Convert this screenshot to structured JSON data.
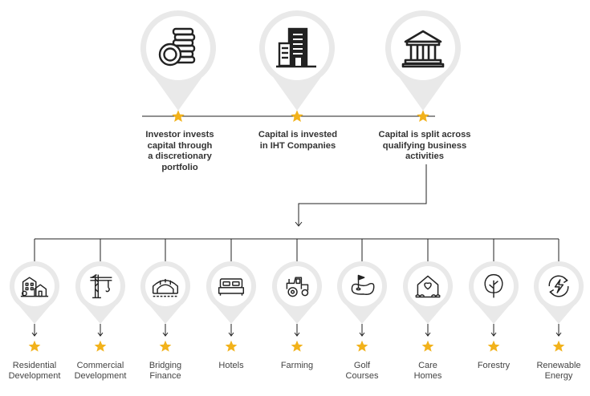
{
  "colors": {
    "pin_fill": "#e9e9e9",
    "pin_inner": "#ffffff",
    "line": "#222222",
    "icon": "#222222",
    "star": "#f2b21b",
    "text": "#333333"
  },
  "steps": [
    {
      "icon": "coins-icon",
      "text": "Investor invests\ncapital through\na discretionary\nportfolio"
    },
    {
      "icon": "office-building-icon",
      "text": "Capital is invested\nin IHT Companies"
    },
    {
      "icon": "bank-icon",
      "text": "Capital is split across\nqualifying business\nactivities"
    }
  ],
  "categories": [
    {
      "icon": "residential-icon",
      "label": "Residential\nDevelopment"
    },
    {
      "icon": "crane-icon",
      "label": "Commercial\nDevelopment"
    },
    {
      "icon": "bridge-icon",
      "label": "Bridging\nFinance"
    },
    {
      "icon": "bed-icon",
      "label": "Hotels"
    },
    {
      "icon": "tractor-icon",
      "label": "Farming"
    },
    {
      "icon": "golf-course-icon",
      "label": "Golf\nCourses"
    },
    {
      "icon": "care-home-icon",
      "label": "Care\nHomes"
    },
    {
      "icon": "tree-icon",
      "label": "Forestry"
    },
    {
      "icon": "renewable-energy-icon",
      "label": "Renewable\nEnergy"
    }
  ]
}
